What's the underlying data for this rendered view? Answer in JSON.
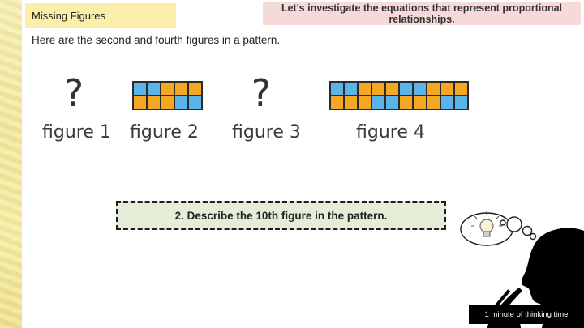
{
  "header": {
    "topic": "Missing Figures",
    "goal": "Let's investigate the equations that represent proportional relationships."
  },
  "intro_text": "Here are the second and fourth figures in a pattern.",
  "figures": [
    {
      "label": "figure 1",
      "content": "?"
    },
    {
      "label": "figure 2",
      "rows": [
        [
          "blue",
          "blue",
          "orange",
          "orange",
          "orange"
        ],
        [
          "orange",
          "orange",
          "orange",
          "blue",
          "blue"
        ]
      ]
    },
    {
      "label": "figure 3",
      "content": "?"
    },
    {
      "label": "figure 4",
      "rows": [
        [
          "blue",
          "blue",
          "orange",
          "orange",
          "orange",
          "blue",
          "blue",
          "orange",
          "orange",
          "orange"
        ],
        [
          "orange",
          "orange",
          "orange",
          "blue",
          "blue",
          "orange",
          "orange",
          "orange",
          "blue",
          "blue"
        ]
      ]
    }
  ],
  "question": "2. Describe the 10th figure in the pattern.",
  "timer_label": "1 minute of thinking time",
  "colors": {
    "blue": "#5ab4e8",
    "orange": "#f5a623",
    "topic_bg": "#fbeeaa",
    "goal_bg": "#f6dada",
    "prompt_bg": "#e3edd8"
  }
}
